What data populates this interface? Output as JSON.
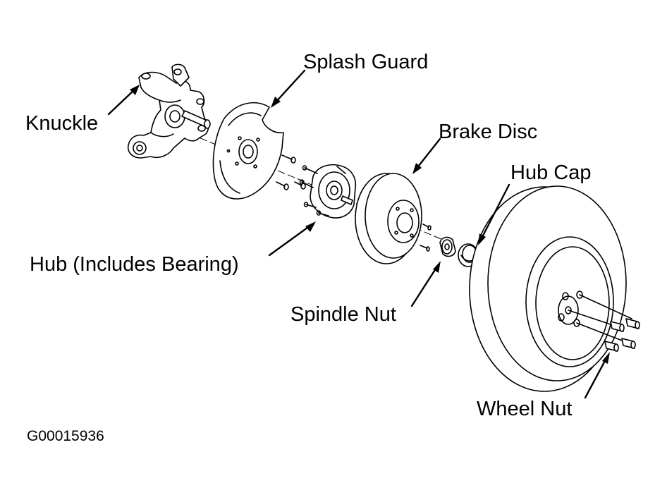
{
  "labels": {
    "splash_guard": "Splash Guard",
    "knuckle": "Knuckle",
    "brake_disc": "Brake Disc",
    "hub_cap": "Hub Cap",
    "hub": "Hub (Includes Bearing)",
    "spindle_nut": "Spindle Nut",
    "wheel_nut": "Wheel Nut"
  },
  "figure_id": "G00015936",
  "colors": {
    "line": "#000000",
    "background": "#ffffff"
  }
}
